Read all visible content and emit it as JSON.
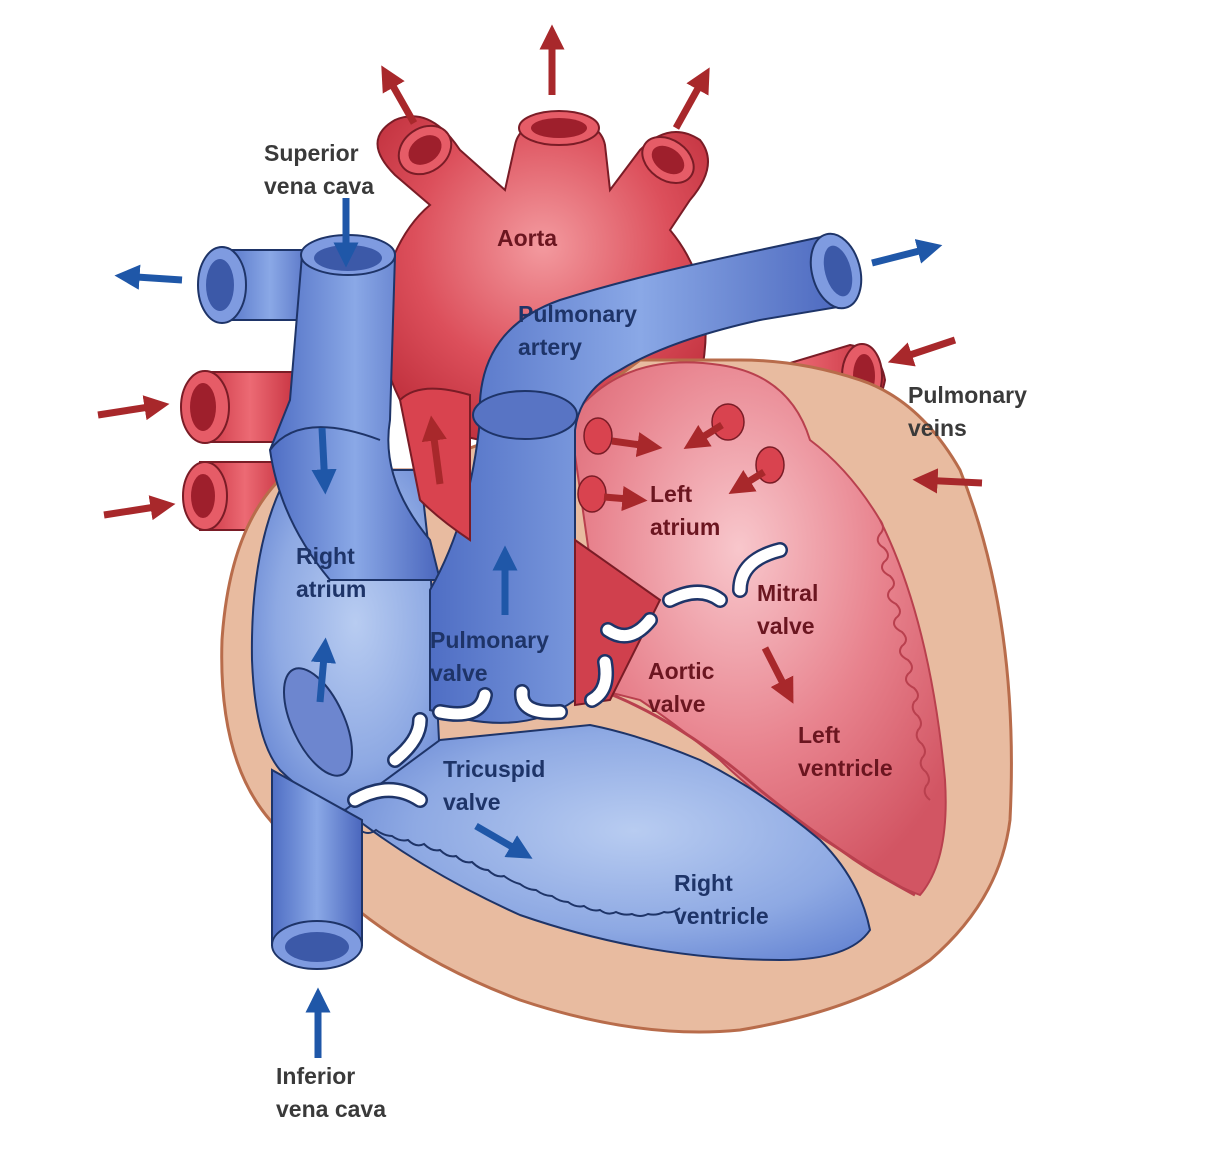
{
  "labels": {
    "superior_vena_cava": "Superior\nvena cava",
    "aorta": "Aorta",
    "pulmonary_artery": "Pulmonary\nartery",
    "pulmonary_veins": "Pulmonary\nveins",
    "left_atrium": "Left\natrium",
    "right_atrium": "Right\natrium",
    "mitral_valve": "Mitral\nvalve",
    "pulmonary_valve": "Pulmonary\nvalve",
    "aortic_valve": "Aortic\nvalve",
    "left_ventricle": "Left\nventricle",
    "tricuspid_valve": "Tricuspid\nvalve",
    "right_ventricle": "Right\nventricle",
    "inferior_vena_cava": "Inferior\nvena cava"
  },
  "colors": {
    "oxygenated_blood": "#d9434f",
    "deoxygenated_blood": "#5a79cc",
    "heart_wall": "#e8bba0",
    "flow_arrow_red": "#a8282b",
    "flow_arrow_blue": "#1f57a8",
    "label_dark": "#3a3a3a",
    "label_on_red": "#6b1620",
    "label_on_blue": "#1e3468"
  }
}
